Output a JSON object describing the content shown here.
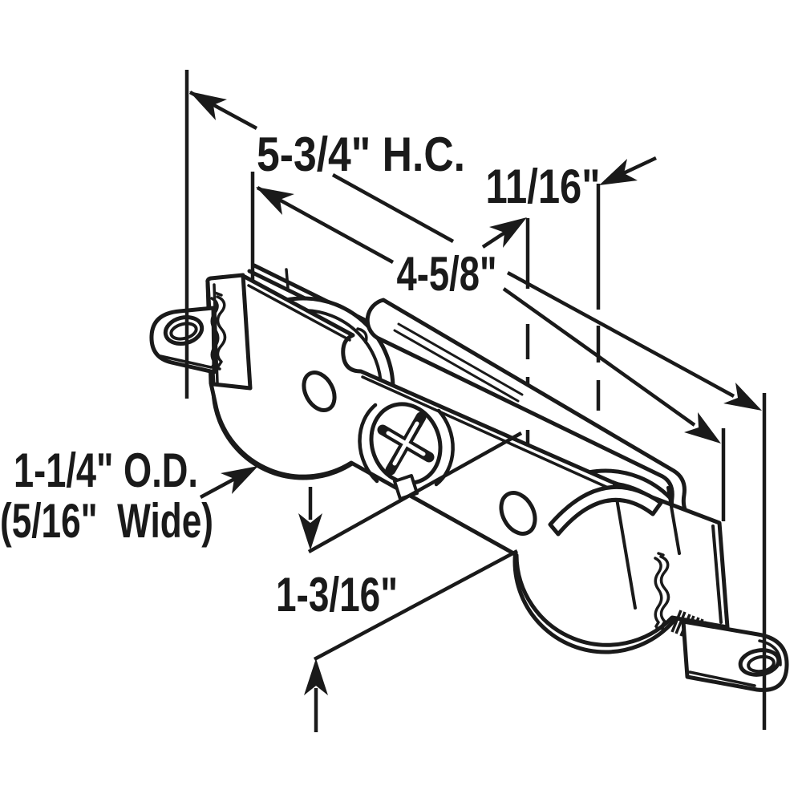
{
  "meta": {
    "type": "technical-line-drawing",
    "subject": "Tandem sliding patio door roller assembly with dimension callouts",
    "background_color": "#ffffff",
    "ink_color": "#1a1a1a"
  },
  "labels": {
    "hole_centers": "5-3/4\" H.C.",
    "end_offset": "11/16\"",
    "housing_span": "4-5/8\"",
    "roller_od": "1-1/4\" O.D.",
    "roller_width": "(5/16\"  Wide)",
    "roller_projection": "1-3/16\""
  },
  "dimension_callouts": [
    {
      "value": "5-3/4 inch",
      "meaning": "mounting hole centers",
      "label_key": "hole_centers"
    },
    {
      "value": "4-5/8 inch",
      "meaning": "span between housing reference points",
      "label_key": "housing_span"
    },
    {
      "value": "11/16 inch",
      "meaning": "offset between reference lines",
      "label_key": "end_offset"
    },
    {
      "value": "1-1/4 inch",
      "meaning": "roller outer diameter",
      "label_key": "roller_od"
    },
    {
      "value": "5/16 inch",
      "meaning": "roller width",
      "label_key": "roller_width"
    },
    {
      "value": "1-3/16 inch",
      "meaning": "vertical projection",
      "label_key": "roller_projection"
    }
  ]
}
